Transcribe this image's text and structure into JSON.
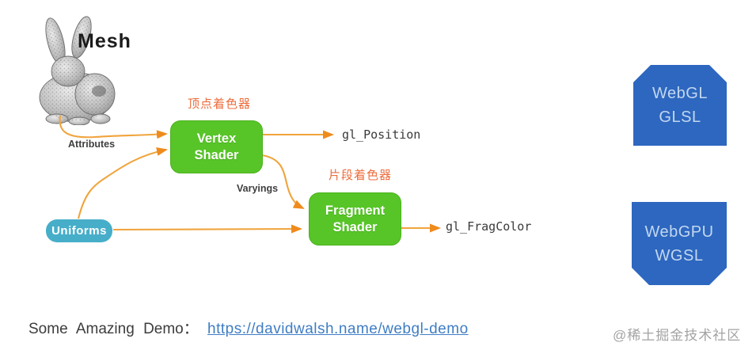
{
  "colors": {
    "shader_box_green": "#57c528",
    "uniforms_box_teal": "#47aec9",
    "api_box_blue": "#2d67bf",
    "arrow_orange": "#f0a43c",
    "arrowhead_orange": "#ef8b1d",
    "cn_label_orange": "#ed6d3d",
    "link_blue": "#3f7dc4"
  },
  "diagram": {
    "mesh_label": "Mesh",
    "attributes_label": "Attributes",
    "varyings_label": "Varyings",
    "uniforms_label": "Uniforms",
    "vertex_shader": {
      "cn_label": "顶点着色器",
      "line1": "Vertex",
      "line2": "Shader"
    },
    "fragment_shader": {
      "cn_label": "片段着色器",
      "line1": "Fragment",
      "line2": "Shader"
    },
    "outputs": {
      "position": "gl_Position",
      "frag_color": "gl_FragColor"
    },
    "api_boxes": {
      "webgl": {
        "line1": "WebGL",
        "line2": "GLSL"
      },
      "webgpu": {
        "line1": "WebGPU",
        "line2": "WGSL"
      }
    }
  },
  "footer": {
    "prefix": "Some Amazing Demo：",
    "link_text": "https://davidwalsh.name/webgl-demo"
  },
  "watermark": "@稀土掘金技术社区"
}
